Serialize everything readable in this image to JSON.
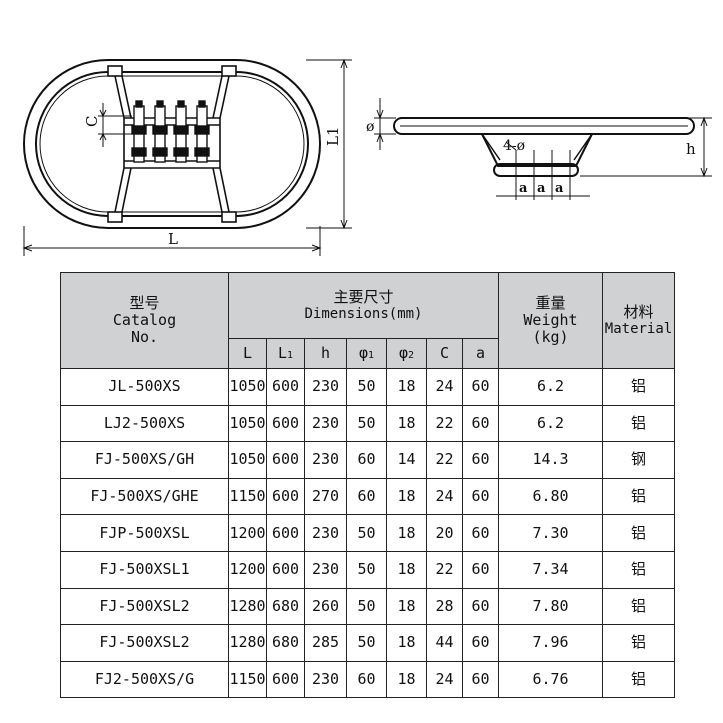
{
  "drawing": {
    "labels": {
      "c": "C",
      "l1": "L1",
      "l": "L",
      "phi": "ø",
      "four_phi": "4-ø",
      "h": "h",
      "a": "a"
    }
  },
  "table": {
    "header": {
      "catalog_cn": "型号",
      "catalog_en1": "Catalog",
      "catalog_en2": "No.",
      "dims_cn": "主要尺寸",
      "dims_en": "Dimensions(mm)",
      "weight_cn": "重量",
      "weight_en": "Weight",
      "weight_unit": "(kg)",
      "material_cn": "材料",
      "material_en": "Material",
      "sub": {
        "L": "L",
        "L1": "L",
        "L1_sub": "1",
        "h": "h",
        "phi1": "φ",
        "phi1_sub": "1",
        "phi2": "φ",
        "phi2_sub": "2",
        "C": "C",
        "a": "a"
      }
    },
    "rows": [
      {
        "catalog": "JL-500XS",
        "L": "1050",
        "L1": "600",
        "h": "230",
        "phi1": "50",
        "phi2": "18",
        "C": "24",
        "a": "60",
        "weight": "6.2",
        "material": "铝"
      },
      {
        "catalog": "LJ2-500XS",
        "L": "1050",
        "L1": "600",
        "h": "230",
        "phi1": "50",
        "phi2": "18",
        "C": "22",
        "a": "60",
        "weight": "6.2",
        "material": "铝"
      },
      {
        "catalog": "FJ-500XS/GH",
        "L": "1050",
        "L1": "600",
        "h": "230",
        "phi1": "60",
        "phi2": "14",
        "C": "22",
        "a": "60",
        "weight": "14.3",
        "material": "钢"
      },
      {
        "catalog": "FJ-500XS/GHE",
        "L": "1150",
        "L1": "600",
        "h": "270",
        "phi1": "60",
        "phi2": "18",
        "C": "24",
        "a": "60",
        "weight": "6.80",
        "material": "铝"
      },
      {
        "catalog": "FJP-500XSL",
        "L": "1200",
        "L1": "600",
        "h": "230",
        "phi1": "50",
        "phi2": "18",
        "C": "20",
        "a": "60",
        "weight": "7.30",
        "material": "铝"
      },
      {
        "catalog": "FJ-500XSL1",
        "L": "1200",
        "L1": "600",
        "h": "230",
        "phi1": "50",
        "phi2": "18",
        "C": "22",
        "a": "60",
        "weight": "7.34",
        "material": "铝"
      },
      {
        "catalog": "FJ-500XSL2",
        "L": "1280",
        "L1": "680",
        "h": "260",
        "phi1": "50",
        "phi2": "18",
        "C": "28",
        "a": "60",
        "weight": "7.80",
        "material": "铝"
      },
      {
        "catalog": "FJ-500XSL2",
        "L": "1280",
        "L1": "680",
        "h": "285",
        "phi1": "50",
        "phi2": "18",
        "C": "44",
        "a": "60",
        "weight": "7.96",
        "material": "铝"
      },
      {
        "catalog": "FJ2-500XS/G",
        "L": "1150",
        "L1": "600",
        "h": "230",
        "phi1": "60",
        "phi2": "18",
        "C": "24",
        "a": "60",
        "weight": "6.76",
        "material": "铝"
      }
    ]
  }
}
